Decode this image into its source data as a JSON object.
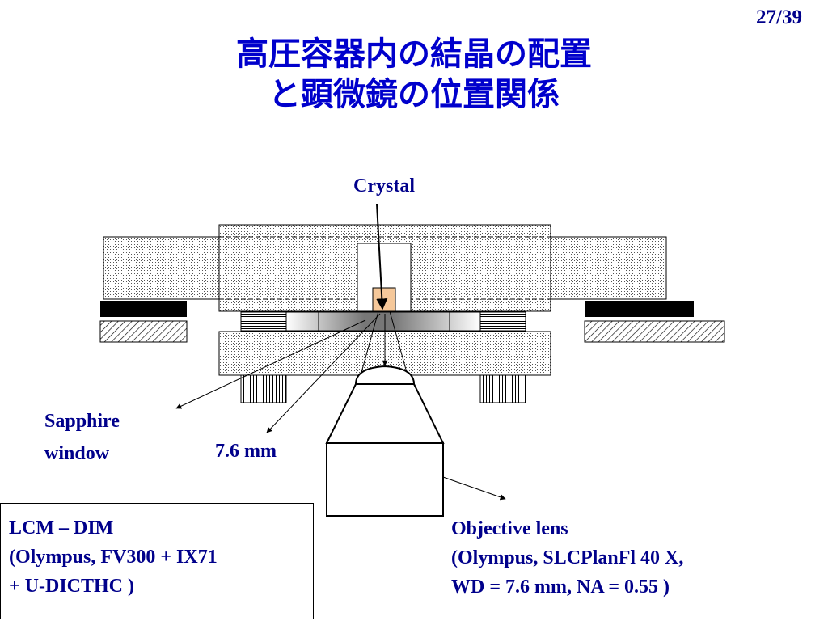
{
  "slide": {
    "page_number": "27/39",
    "title_lines": [
      "高圧容器内の結晶の配置",
      "と顕微鏡の位置関係"
    ]
  },
  "labels": {
    "crystal": "Crystal",
    "sapphire_line1": "Sapphire",
    "sapphire_line2": "window",
    "distance": "7.6 mm"
  },
  "lcm_box": {
    "lines": [
      "LCM – DIM",
      "(Olympus, FV300 + IX71",
      "+ U-DICTHC )"
    ]
  },
  "objective_lens": {
    "lines": [
      "Objective lens",
      "(Olympus, SLCPlanFl 40 X,",
      "WD = 7.6 mm, NA = 0.55 )"
    ]
  },
  "colors": {
    "text_label": "#00008b",
    "title": "#0000cc",
    "crystal_fill": "#f5c89a"
  }
}
